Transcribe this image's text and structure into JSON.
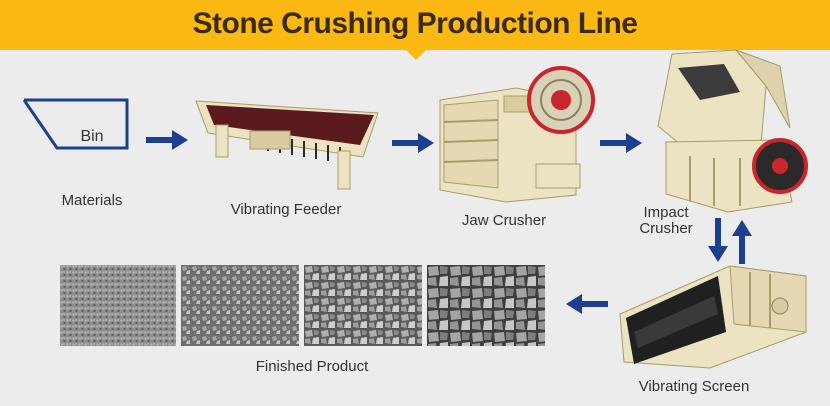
{
  "header": {
    "title": "Stone Crushing Production Line",
    "background_color": "#fdb913"
  },
  "steps": {
    "bin_label": "Bin",
    "materials": "Materials",
    "vibrating_feeder": "Vibrating Feeder",
    "jaw_crusher": "Jaw Crusher",
    "impact_crusher_line1": "Impact",
    "impact_crusher_line2": "Crusher",
    "vibrating_screen": "Vibrating Screen",
    "finished_product": "Finished Product"
  },
  "colors": {
    "arrow": "#1d3f8f",
    "machine_body": "#ece3c2",
    "accent_red": "#c8252c"
  },
  "icons": {
    "flow_arrow": "arrow-right-icon",
    "return_arrows": "bidirectional-vertical-arrow-icon"
  }
}
